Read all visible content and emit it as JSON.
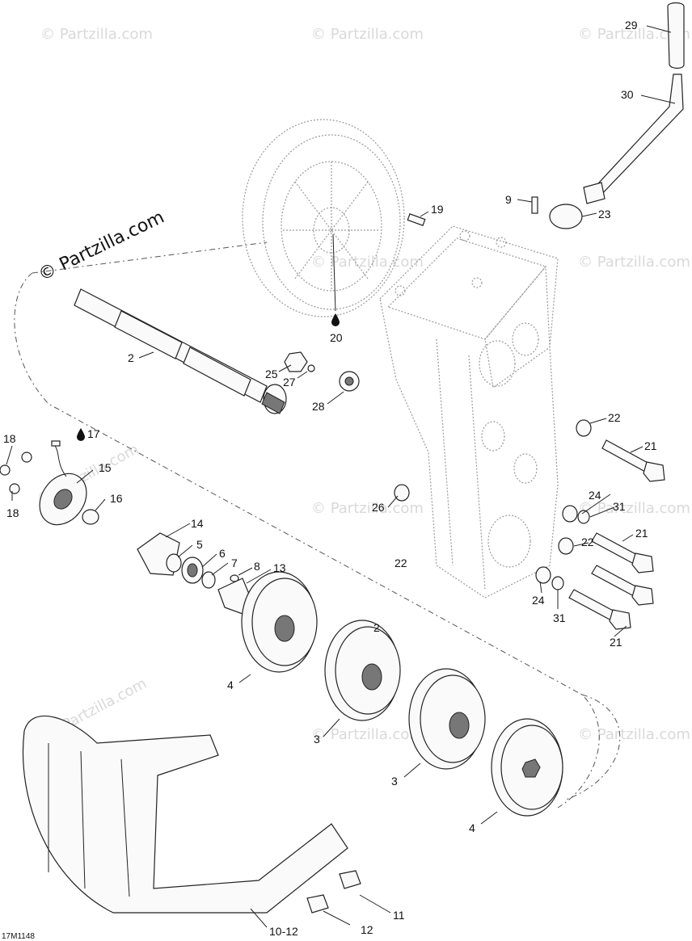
{
  "watermarks": [
    "© Partzilla.com"
  ],
  "main_watermark": "© Partzilla.com",
  "diagram_code": "17M1148",
  "callouts": {
    "c29": "29",
    "c30": "30",
    "c9": "9",
    "c19": "19",
    "c23": "23",
    "c20": "20",
    "c2a": "2",
    "c25": "25",
    "c27": "27",
    "c28": "28",
    "c22a": "22",
    "c21a": "21",
    "c18a": "18",
    "c17": "17",
    "c15": "15",
    "c16": "16",
    "c18b": "18",
    "c26": "26",
    "c24a": "24",
    "c31a": "31",
    "c21b": "21",
    "c22b": "22",
    "c14": "14",
    "c5": "5",
    "c6": "6",
    "c7": "7",
    "c8": "8",
    "c13": "13",
    "c22c": "22",
    "c24b": "24",
    "c31b": "31",
    "c21c": "21",
    "c2b": "2",
    "c4a": "4",
    "c3a": "3",
    "c3b": "3",
    "c4b": "4",
    "c11": "11",
    "c12": "12",
    "c1012": "10-12"
  },
  "icons": [
    "oil-drop-icon"
  ]
}
